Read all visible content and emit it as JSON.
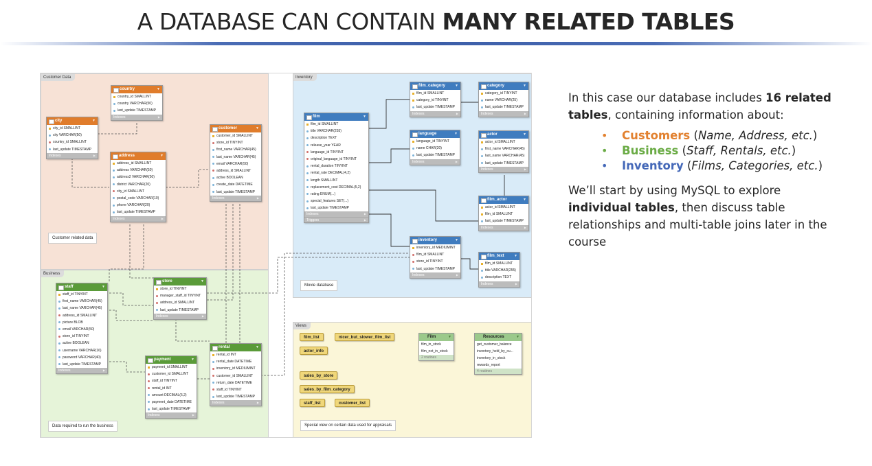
{
  "title": {
    "normal": "A DATABASE CAN CONTAIN ",
    "bold": "MANY RELATED TABLES"
  },
  "diagram": {
    "regions": {
      "customer": {
        "tab": "Customer Data",
        "note": "Customer related data",
        "color": "#f7e2d6"
      },
      "business": {
        "tab": "Business",
        "note": "Data required to run the business",
        "color": "#e6f4d9"
      },
      "inventory": {
        "tab": "Inventory",
        "note": "Movie database",
        "color": "#d9ebf8"
      },
      "views": {
        "tab": "Views",
        "note": "Special view on certain data used for appraisals",
        "color": "#fbf6d8"
      }
    },
    "tables": [
      {
        "id": "country",
        "name": "country",
        "color": "orange",
        "columns": [
          "country_id SMALLINT",
          "country VARCHAR(50)",
          "last_update TIMESTAMP"
        ],
        "foot": "Indexes"
      },
      {
        "id": "city",
        "name": "city",
        "color": "orange",
        "columns": [
          "city_id SMALLINT",
          "city VARCHAR(50)",
          "country_id SMALLINT",
          "last_update TIMESTAMP"
        ],
        "foot": "Indexes"
      },
      {
        "id": "address",
        "name": "address",
        "color": "orange",
        "columns": [
          "address_id SMALLINT",
          "address VARCHAR(50)",
          "address2 VARCHAR(50)",
          "district VARCHAR(20)",
          "city_id SMALLINT",
          "postal_code VARCHAR(10)",
          "phone VARCHAR(20)",
          "last_update TIMESTAMP"
        ],
        "foot": "Indexes"
      },
      {
        "id": "customer",
        "name": "customer",
        "color": "orange",
        "columns": [
          "customer_id SMALLINT",
          "store_id TINYINT",
          "first_name VARCHAR(45)",
          "last_name VARCHAR(45)",
          "email VARCHAR(50)",
          "address_id SMALLINT",
          "active BOOLEAN",
          "create_date DATETIME",
          "last_update TIMESTAMP"
        ],
        "foot": "Indexes"
      },
      {
        "id": "staff",
        "name": "staff",
        "color": "green",
        "columns": [
          "staff_id TINYINT",
          "first_name VARCHAR(45)",
          "last_name VARCHAR(45)",
          "address_id SMALLINT",
          "picture BLOB",
          "email VARCHAR(50)",
          "store_id TINYINT",
          "active BOOLEAN",
          "username VARCHAR(16)",
          "password VARCHAR(40)",
          "last_update TIMESTAMP"
        ],
        "foot": "Indexes"
      },
      {
        "id": "store",
        "name": "store",
        "color": "green",
        "columns": [
          "store_id TINYINT",
          "manager_staff_id TINYINT",
          "address_id SMALLINT",
          "last_update TIMESTAMP"
        ],
        "foot": "Indexes"
      },
      {
        "id": "payment",
        "name": "payment",
        "color": "green",
        "columns": [
          "payment_id SMALLINT",
          "customer_id SMALLINT",
          "staff_id TINYINT",
          "rental_id INT",
          "amount DECIMAL(5,2)",
          "payment_date DATETIME",
          "last_update TIMESTAMP"
        ],
        "foot": "Indexes"
      },
      {
        "id": "rental",
        "name": "rental",
        "color": "green",
        "columns": [
          "rental_id INT",
          "rental_date DATETIME",
          "inventory_id MEDIUMINT",
          "customer_id SMALLINT",
          "return_date DATETIME",
          "staff_id TINYINT",
          "last_update TIMESTAMP"
        ],
        "foot": "Indexes"
      },
      {
        "id": "film",
        "name": "film",
        "color": "blue",
        "columns": [
          "film_id SMALLINT",
          "title VARCHAR(255)",
          "description TEXT",
          "release_year YEAR",
          "language_id TINYINT",
          "original_language_id TINYINT",
          "rental_duration TINYINT",
          "rental_rate DECIMAL(4,2)",
          "length SMALLINT",
          "replacement_cost DECIMAL(5,2)",
          "rating ENUM(...)",
          "special_features SET(...)",
          "last_update TIMESTAMP"
        ],
        "foot": "Indexes",
        "foot2": "Triggers"
      },
      {
        "id": "film_category",
        "name": "film_category",
        "color": "blue",
        "columns": [
          "film_id SMALLINT",
          "category_id TINYINT",
          "last_update TIMESTAMP"
        ],
        "foot": "Indexes"
      },
      {
        "id": "category",
        "name": "category",
        "color": "blue",
        "columns": [
          "category_id TINYINT",
          "name VARCHAR(25)",
          "last_update TIMESTAMP"
        ],
        "foot": "Indexes"
      },
      {
        "id": "language",
        "name": "language",
        "color": "blue",
        "columns": [
          "language_id TINYINT",
          "name CHAR(20)",
          "last_update TIMESTAMP"
        ],
        "foot": "Indexes"
      },
      {
        "id": "actor",
        "name": "actor",
        "color": "blue",
        "columns": [
          "actor_id SMALLINT",
          "first_name VARCHAR(45)",
          "last_name VARCHAR(45)",
          "last_update TIMESTAMP"
        ],
        "foot": "Indexes"
      },
      {
        "id": "film_actor",
        "name": "film_actor",
        "color": "blue",
        "columns": [
          "actor_id SMALLINT",
          "film_id SMALLINT",
          "last_update TIMESTAMP"
        ],
        "foot": "Indexes"
      },
      {
        "id": "inventory",
        "name": "inventory",
        "color": "blue",
        "columns": [
          "inventory_id MEDIUMINT",
          "film_id SMALLINT",
          "store_id TINYINT",
          "last_update TIMESTAMP"
        ],
        "foot": "Indexes"
      },
      {
        "id": "film_text",
        "name": "film_text",
        "color": "blue",
        "columns": [
          "film_id SMALLINT",
          "title VARCHAR(255)",
          "description TEXT"
        ],
        "foot": "Indexes"
      }
    ],
    "views": [
      "film_list",
      "nicer_but_slower_film_list",
      "actor_info",
      "sales_by_store",
      "sales_by_film_category",
      "staff_list",
      "customer_list"
    ],
    "routines": [
      {
        "name": "Film",
        "rows": [
          "film_in_stock",
          "film_not_in_stock"
        ],
        "foot": "2 routines"
      },
      {
        "name": "Resources",
        "rows": [
          "get_customer_balance",
          "inventory_held_by_cu...",
          "inventory_in_stock",
          "rewards_report"
        ],
        "foot": "4 routines"
      }
    ]
  },
  "text": {
    "intro_1": "In this case our database includes ",
    "intro_bold": "16 related tables",
    "intro_2": ", containing information about:",
    "bullets": [
      {
        "key": "Customers",
        "rest": "Name, Address, etc."
      },
      {
        "key": "Business",
        "rest": "Staff, Rentals, etc."
      },
      {
        "key": "Inventory",
        "rest": "Films, Categories, etc."
      }
    ],
    "para2_1": "We’ll start by using MySQL to explore ",
    "para2_bold": "individual tables",
    "para2_2": ", then discuss table relationships and multi-table joins later in the course"
  }
}
